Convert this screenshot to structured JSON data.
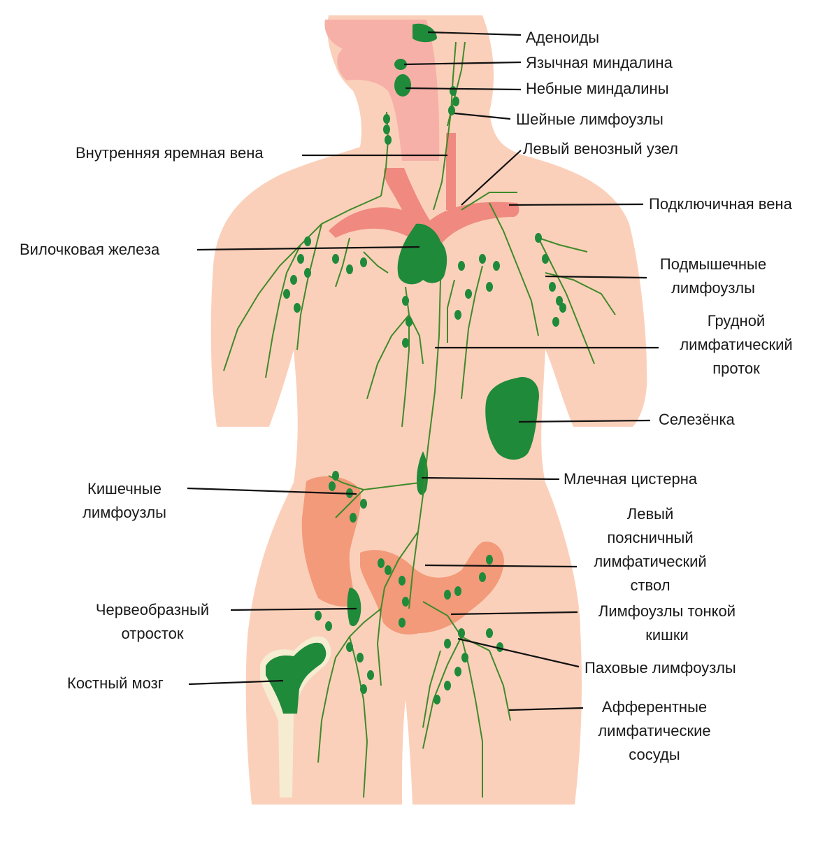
{
  "colors": {
    "skin": "#fbd0ba",
    "vessel": "#f08a80",
    "head": "#f6b0a8",
    "organ": "#1f8a3a",
    "lymph_line": "#3f8a2a",
    "bowel": "#f29a7a",
    "bone": "#f5ecd2",
    "leader": "#111111"
  },
  "labels": {
    "adenoids": "Аденоиды",
    "lingual_tonsil": "Язычная миндалина",
    "palatine_tonsils": "Небные миндалины",
    "cervical_nodes": "Шейные лимфоузлы",
    "internal_jugular": "Внутренняя яремная вена",
    "left_venous_angle": "Левый венозный узел",
    "subclavian_vein": "Подключичная вена",
    "thymus": "Вилочковая железа",
    "axillary_nodes": [
      "Подмышечные",
      "лимфоузлы"
    ],
    "thoracic_duct": [
      "Грудной",
      "лимфатический",
      "проток"
    ],
    "spleen": "Селезёнка",
    "cisterna_chyli": "Млечная цистерна",
    "intestinal_nodes": [
      "Кишечные",
      "лимфоузлы"
    ],
    "lumbar_trunk": [
      "Левый",
      "поясничный",
      "лимфатический",
      "ствол"
    ],
    "appendix": [
      "Червеобразный",
      "отросток"
    ],
    "small_intestine_nodes": [
      "Лимфоузлы тонкой",
      "кишки"
    ],
    "inguinal_nodes": "Паховые лимфоузлы",
    "bone_marrow": "Костный мозг",
    "afferent_vessels": [
      "Афферентные",
      "лимфатические",
      "сосуды"
    ]
  }
}
